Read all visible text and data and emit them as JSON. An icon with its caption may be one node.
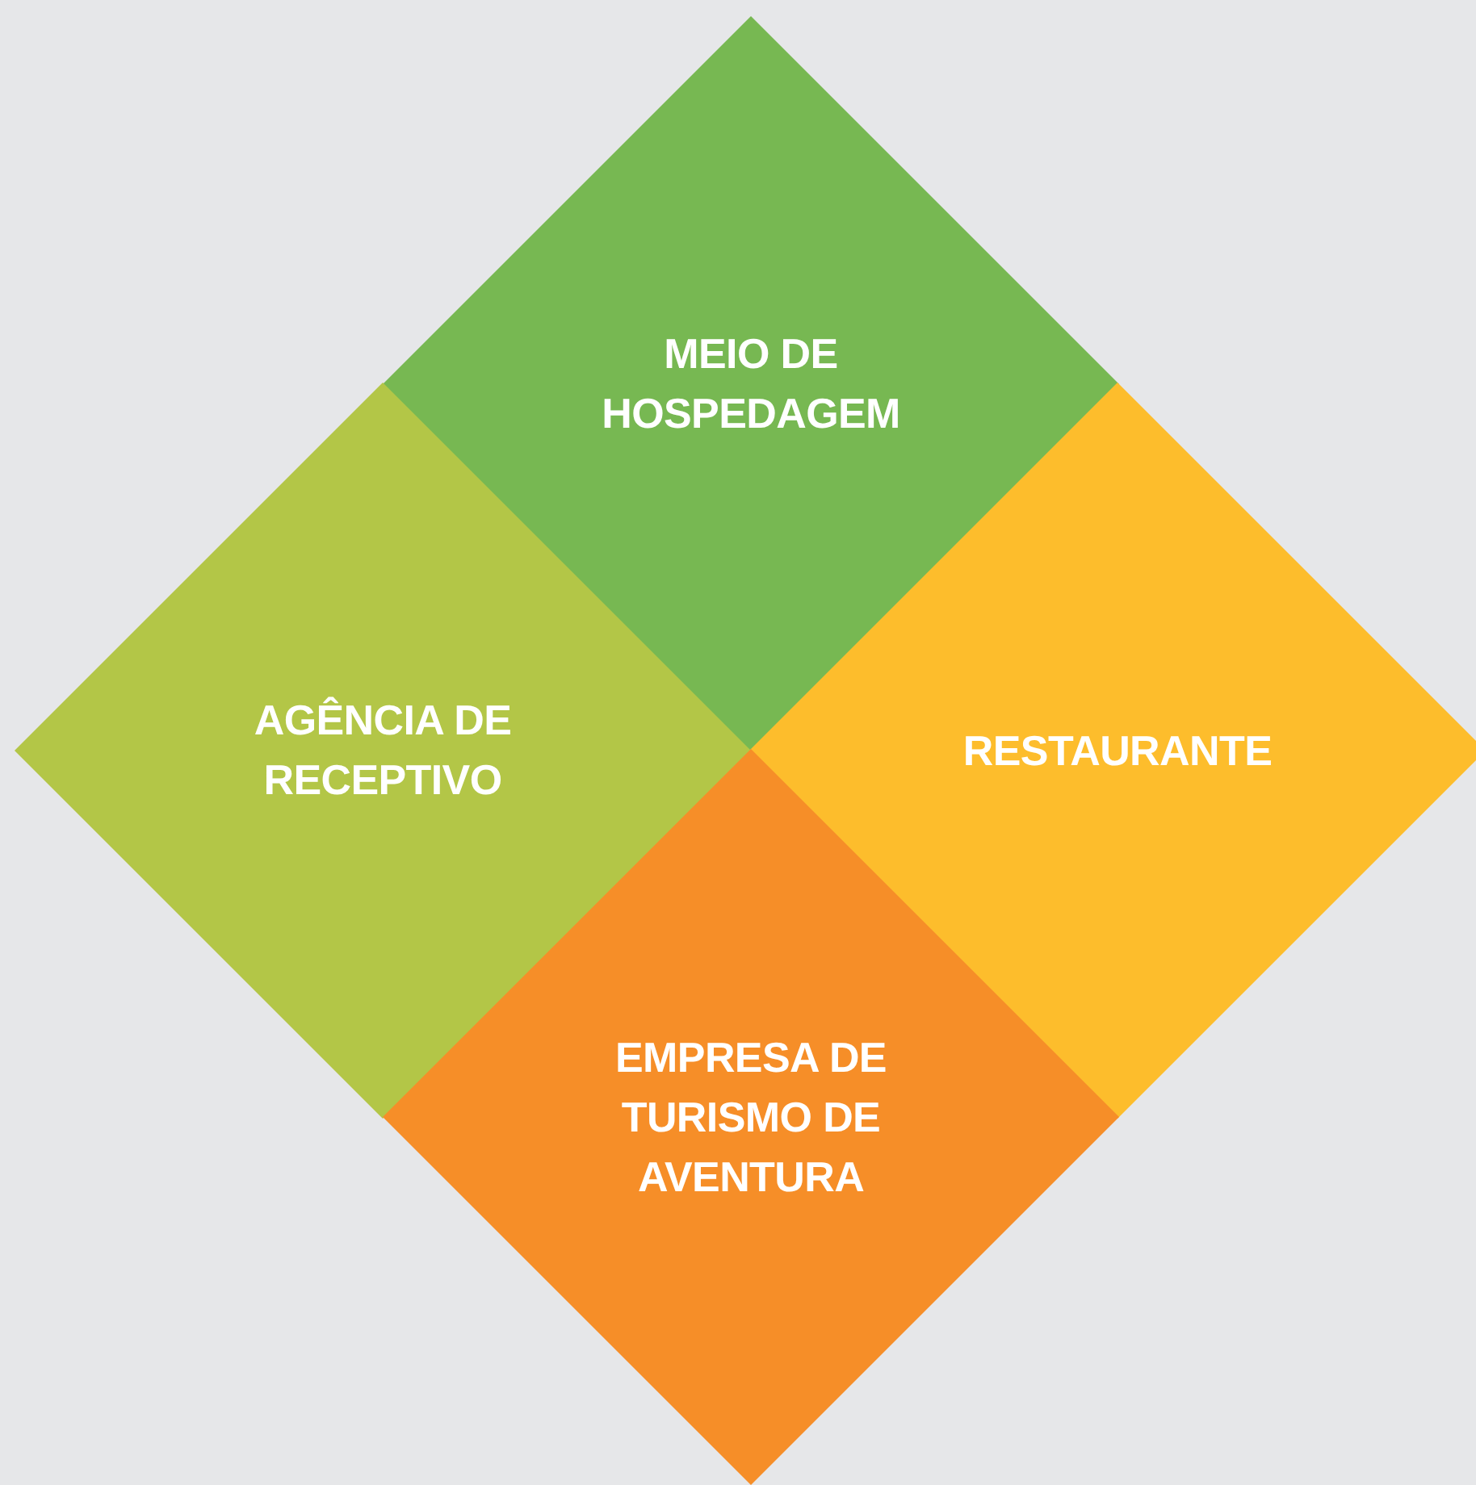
{
  "diagram": {
    "nodes": [
      {
        "text": [
          "MEIO DE HOSPEDAGEM"
        ]
      },
      {
        "text": [
          "AGÊNCIA DE RECEPTIVO"
        ]
      },
      {
        "text": [
          "RESTAURANTE"
        ]
      },
      {
        "text": [
          "EMPRESA DE TURISMO DE AVENTURA"
        ]
      }
    ]
  }
}
